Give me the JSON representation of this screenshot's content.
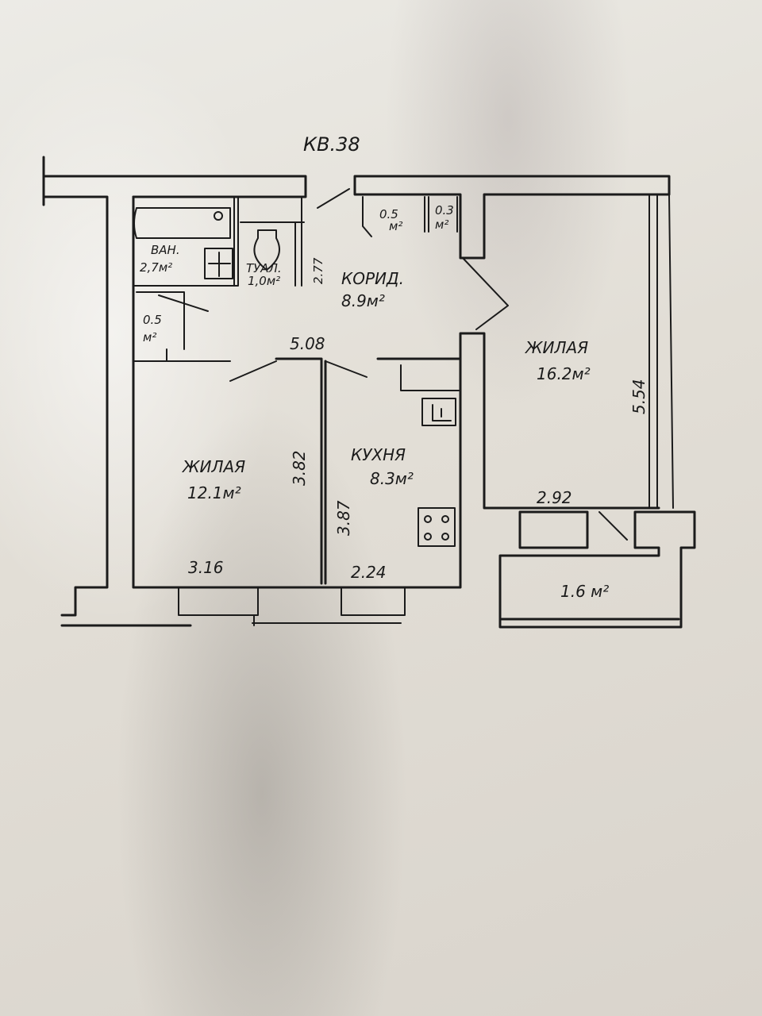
{
  "title": "КВ.38",
  "rooms": {
    "bath_name": "ВАН.",
    "bath_area": "2,7м²",
    "toilet_name": "ТУАЛ.",
    "toilet_area": "1,0м²",
    "closet1": "0.5",
    "closet1_unit": "м²",
    "pantry1": "0.5",
    "pantry1_unit": "м²",
    "pantry2": "0.3",
    "pantry2_unit": "м²",
    "corridor_name": "КОРИД.",
    "corridor_area": "8.9м²",
    "living1_name": "ЖИЛАЯ",
    "living1_area": "12.1м²",
    "kitchen_name": "КУХНЯ",
    "kitchen_area": "8.3м²",
    "living2_name": "ЖИЛАЯ",
    "living2_area": "16.2м²",
    "balcony_area": "1.6 м²"
  },
  "dims": {
    "d277": "2.77",
    "d508": "5.08",
    "d382": "3.82",
    "d387": "3.87",
    "d316": "3.16",
    "d224": "2.24",
    "d554": "5.54",
    "d292": "2.92"
  },
  "colors": {
    "ink": "#1b1b1b",
    "paper": "#e6e3dd"
  }
}
